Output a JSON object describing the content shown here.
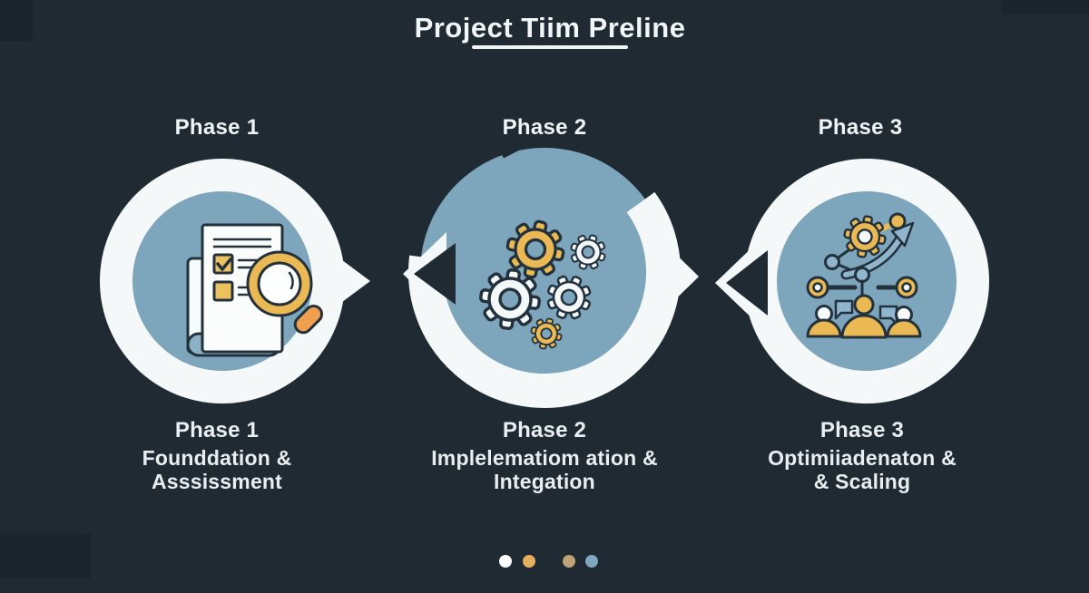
{
  "title": {
    "text": "Project Tiim Preline"
  },
  "phases": [
    {
      "top_label": "Phase 1",
      "caption_title": "Phase 1",
      "caption_line1": "Founddation &",
      "caption_line2": "Asssissment",
      "icon": "document-checklist-magnifier-icon"
    },
    {
      "top_label": "Phase 2",
      "caption_title": "Phase 2",
      "caption_line1": "Implelematiom ation &",
      "caption_line2": "Integation",
      "icon": "gears-icon"
    },
    {
      "top_label": "Phase 3",
      "caption_title": "Phase 3",
      "caption_line1": "Optimiiadenaton &",
      "caption_line2": "& Scaling",
      "icon": "team-analytics-growth-icon"
    }
  ],
  "pagination": {
    "dots": [
      {
        "label": "dot-1",
        "color": "#ffffff"
      },
      {
        "label": "dot-2",
        "color": "#e4b05e"
      },
      {
        "label": "dot-3",
        "color": "#bfa277"
      },
      {
        "label": "dot-4",
        "color": "#7ea7c0"
      }
    ]
  },
  "colors": {
    "background": "#1f2a33",
    "medallion_ring": "#f5f8f8",
    "medallion_inner": "#7da6bc",
    "accent_gold": "#eab954",
    "accent_orange": "#ef9f4d",
    "outline_dark": "#23313c",
    "text": "#f0f4f5"
  }
}
